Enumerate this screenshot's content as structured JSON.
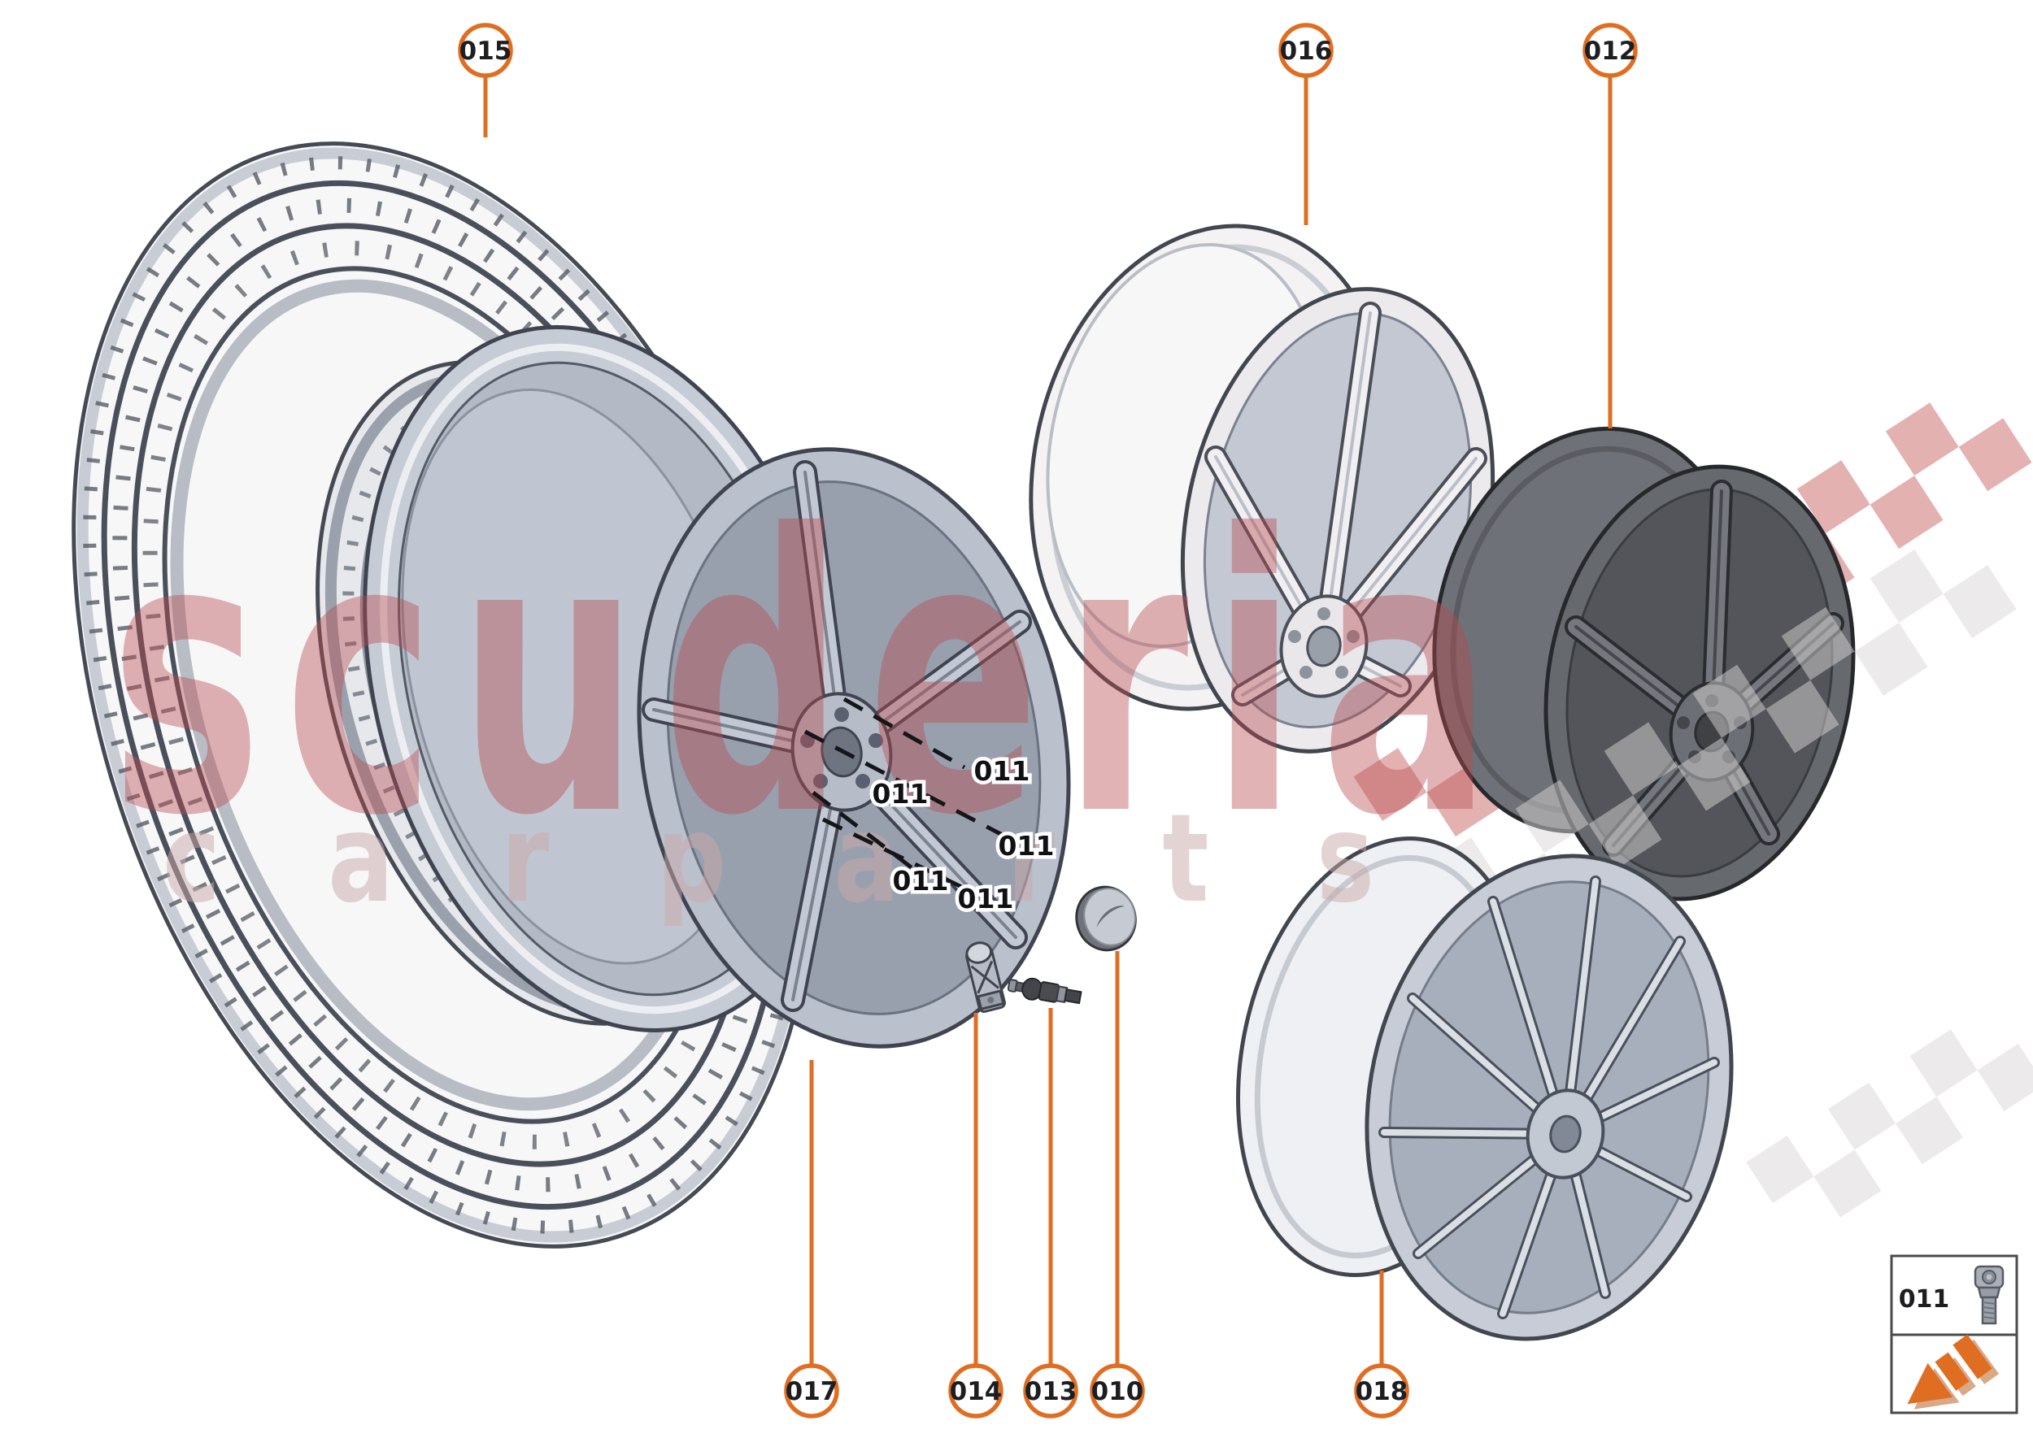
{
  "diagram": {
    "type": "exploded-parts-diagram",
    "subject": "wheels-and-tyres",
    "background": "#ffffff"
  },
  "colors": {
    "accent_orange": "#e06e22",
    "watermark_red": "#b84b4f",
    "watermark_pink": "#c9a8a8",
    "artwork_outline": "#3f4450",
    "dark_wheel": "#66696e",
    "silver_wheel": "#c7ccd6",
    "white_wheel": "#f4f2f3"
  },
  "watermark": {
    "brand": "scuderia",
    "subtitle": "carparts"
  },
  "callouts": {
    "015": {
      "label": "015",
      "target": "tyre"
    },
    "016": {
      "label": "016",
      "target": "white-alloy-wheel"
    },
    "012": {
      "label": "012",
      "target": "dark-alloy-wheel"
    },
    "017": {
      "label": "017",
      "target": "front-alloy-wheel-with-rim"
    },
    "014": {
      "label": "014",
      "target": "tpms-sensor"
    },
    "013": {
      "label": "013",
      "target": "valve-stem"
    },
    "010": {
      "label": "010",
      "target": "centre-cap"
    },
    "018": {
      "label": "018",
      "target": "multi-spoke-alloy-wheel"
    }
  },
  "fastener_labels": [
    "011",
    "011",
    "011",
    "011",
    "011"
  ],
  "legend": {
    "rows": [
      {
        "label": "011",
        "icon": "wheel-bolt-icon"
      },
      {
        "label": "",
        "icon": "direction-arrow-icon"
      }
    ]
  }
}
